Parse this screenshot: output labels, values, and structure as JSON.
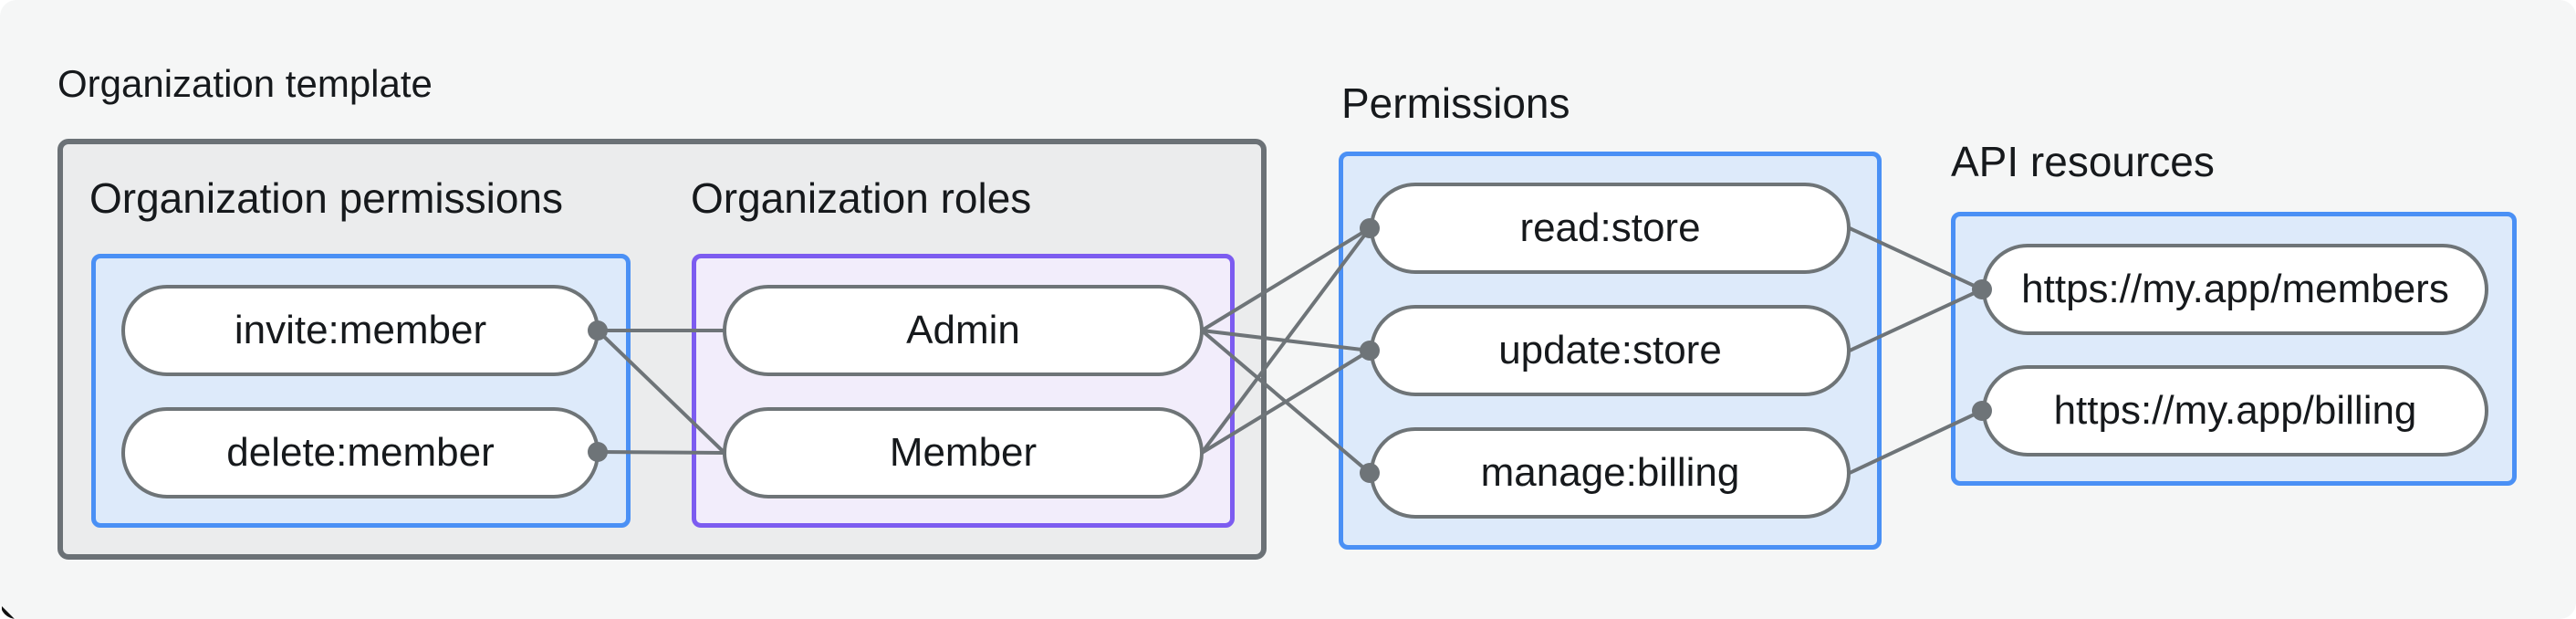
{
  "diagram": {
    "title": "Organization template",
    "colors": {
      "page_background": "#f5f6f6",
      "template_box_fill": "#ebeced",
      "template_box_border": "#6b7176",
      "blue_box_fill": "#ddeafa",
      "blue_box_border": "#4a90f5",
      "purple_box_fill": "#f2edfb",
      "purple_box_border": "#7c5cf0",
      "node_fill": "#ffffff",
      "node_border": "#6e7477",
      "edge_color": "#6e7478",
      "text_color": "#16191c"
    },
    "groups": {
      "orgPermissions": {
        "label": "Organization permissions",
        "nodes": [
          {
            "label": "invite:member"
          },
          {
            "label": "delete:member"
          }
        ]
      },
      "orgRoles": {
        "label": "Organization roles",
        "nodes": [
          {
            "label": "Admin"
          },
          {
            "label": "Member"
          }
        ]
      },
      "permissions": {
        "label": "Permissions",
        "nodes": [
          {
            "label": "read:store"
          },
          {
            "label": "update:store"
          },
          {
            "label": "manage:billing"
          }
        ]
      },
      "apiResources": {
        "label": "API resources",
        "nodes": [
          {
            "label": "https://my.app/members"
          },
          {
            "label": "https://my.app/billing"
          }
        ]
      }
    },
    "edges": [
      {
        "from": "invite:member",
        "to": "Admin"
      },
      {
        "from": "invite:member",
        "to": "Member"
      },
      {
        "from": "delete:member",
        "to": "Member"
      },
      {
        "from": "Admin",
        "to": "read:store"
      },
      {
        "from": "Admin",
        "to": "update:store"
      },
      {
        "from": "Admin",
        "to": "manage:billing"
      },
      {
        "from": "Member",
        "to": "read:store"
      },
      {
        "from": "Member",
        "to": "update:store"
      },
      {
        "from": "read:store",
        "to": "https://my.app/members"
      },
      {
        "from": "update:store",
        "to": "https://my.app/members"
      },
      {
        "from": "manage:billing",
        "to": "https://my.app/billing"
      }
    ]
  }
}
